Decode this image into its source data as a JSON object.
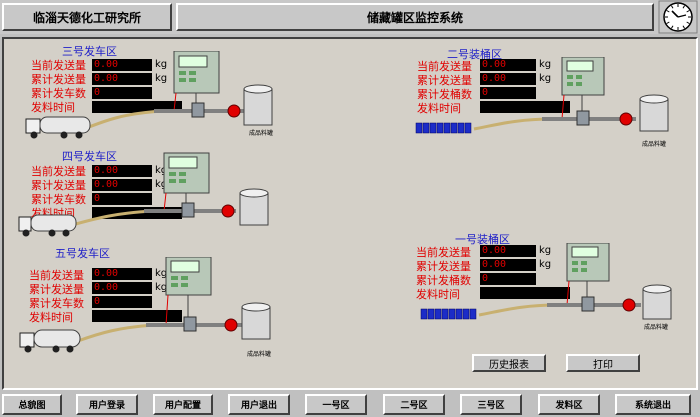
{
  "header": {
    "org": "临淄天德化工研究所",
    "system": "储藏罐区监控系统"
  },
  "common": {
    "labels": {
      "current": "当前发送量",
      "total": "累计发送量",
      "vehicles": "累计发车数",
      "barrels": "累计发桶数",
      "time": "发料时间"
    },
    "unit": "kg",
    "tank_label": "成品料罐"
  },
  "zones": {
    "z3": {
      "title": "三号发车区",
      "current": "0.00",
      "total": "0.00",
      "count": "0",
      "time": ""
    },
    "z4": {
      "title": "四号发车区",
      "current": "0.00",
      "total": "0.00",
      "count": "0",
      "time": ""
    },
    "z5": {
      "title": "五号发车区",
      "current": "0.00",
      "total": "0.00",
      "count": "0",
      "time": ""
    },
    "b2": {
      "title": "二号装桶区",
      "current": "0.00",
      "total": "0.00",
      "count": "0",
      "time": ""
    },
    "b1": {
      "title": "一号装桶区",
      "current": "0.00",
      "total": "0.00",
      "count": "0",
      "time": ""
    }
  },
  "actions": {
    "history": "历史报表",
    "print": "打印"
  },
  "nav": [
    "总貌图",
    "用户登录",
    "用户配置",
    "用户退出",
    "一号区",
    "二号区",
    "三号区",
    "发料区",
    "系统退出"
  ],
  "colors": {
    "label_red": "#e00000",
    "title_blue": "#2020c8",
    "valve_red": "#e00000",
    "barrel_blue": "#1c2cc8"
  }
}
